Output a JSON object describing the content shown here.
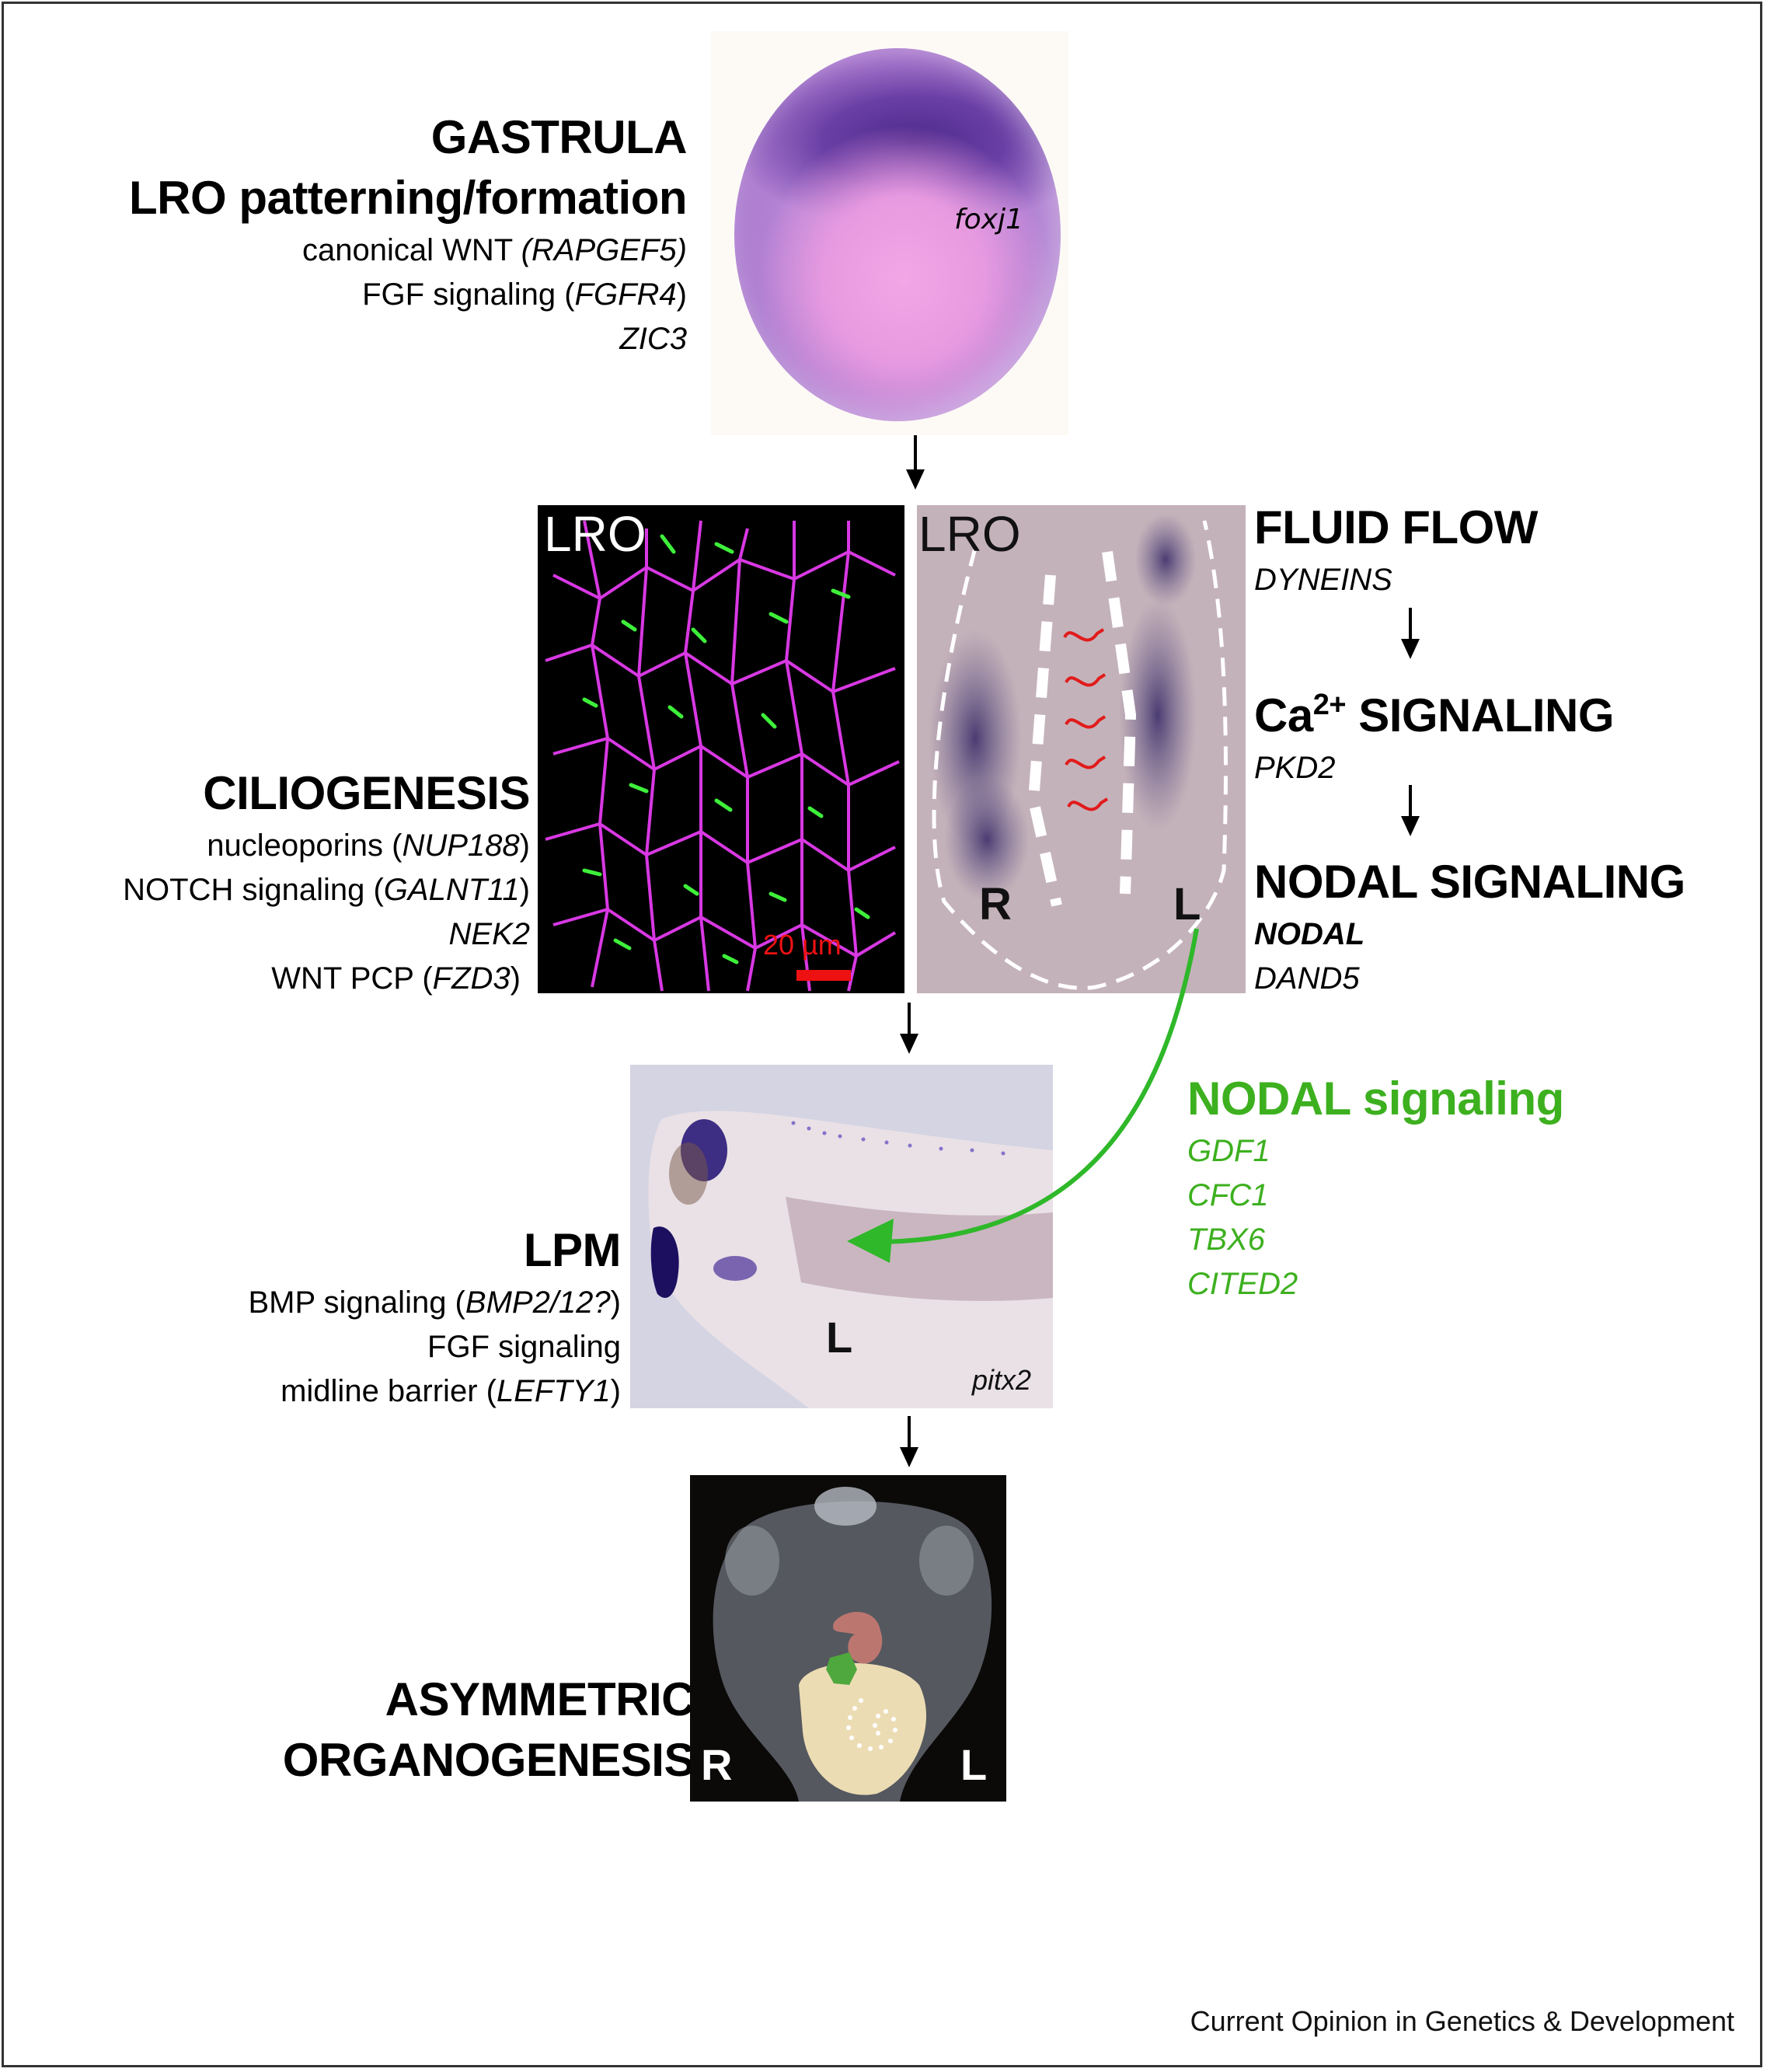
{
  "figure": {
    "credit": "Current Opinion in Genetics & Development",
    "accent_green": "#3db01f",
    "flow_arrow_color": "#e11b1b"
  },
  "gastrula": {
    "title_line1": "GASTRULA",
    "title_line2": "LRO patterning/formation",
    "items": [
      {
        "text": "canonical WNT ",
        "gene": "(RAPGEF5)",
        "close": ""
      },
      {
        "text": "FGF signaling (",
        "gene": "FGFR4",
        "close": ")"
      },
      {
        "text": "",
        "gene": "ZIC3",
        "close": ""
      }
    ],
    "image_label": "foxj1"
  },
  "ciliogenesis": {
    "title": "CILIOGENESIS",
    "items": [
      {
        "text": "nucleoporins (",
        "gene": "NUP188",
        "close": ")"
      },
      {
        "text": "NOTCH signaling (",
        "gene": "GALNT11",
        "close": ")"
      },
      {
        "text": "",
        "gene": "NEK2",
        "close": ""
      },
      {
        "text": "WNT PCP (",
        "gene": "FZD3",
        "close": ")"
      }
    ],
    "image_label": "LRO",
    "scale_bar_label": "20 µm"
  },
  "lro_flow_image": {
    "label": "LRO",
    "right_label": "R",
    "left_label": "L"
  },
  "cascade": {
    "steps": [
      {
        "title": "FLUID FLOW",
        "genes": [
          "DYNEINS"
        ]
      },
      {
        "title_pre": "Ca",
        "title_sup": "2+",
        "title_post": " SIGNALING",
        "genes": [
          "PKD2"
        ]
      },
      {
        "title": "NODAL SIGNALING",
        "genes_bold": [
          "NODAL"
        ],
        "genes": [
          "DAND5"
        ]
      }
    ]
  },
  "lpm": {
    "title": "LPM",
    "items": [
      {
        "text": "BMP signaling (",
        "gene": "BMP2/12?",
        "close": ")"
      },
      {
        "text": "FGF signaling",
        "gene": "",
        "close": ""
      },
      {
        "text": "midline barrier (",
        "gene": "LEFTY1",
        "close": ")"
      }
    ],
    "image_side_label": "L",
    "image_label": "pitx2"
  },
  "nodal_lpm": {
    "title": "NODAL signaling",
    "genes": [
      "GDF1",
      "CFC1",
      "TBX6",
      "CITED2"
    ]
  },
  "organogenesis": {
    "title_line1": "ASYMMETRIC",
    "title_line2": "ORGANOGENESIS",
    "right_label": "R",
    "left_label": "L"
  }
}
